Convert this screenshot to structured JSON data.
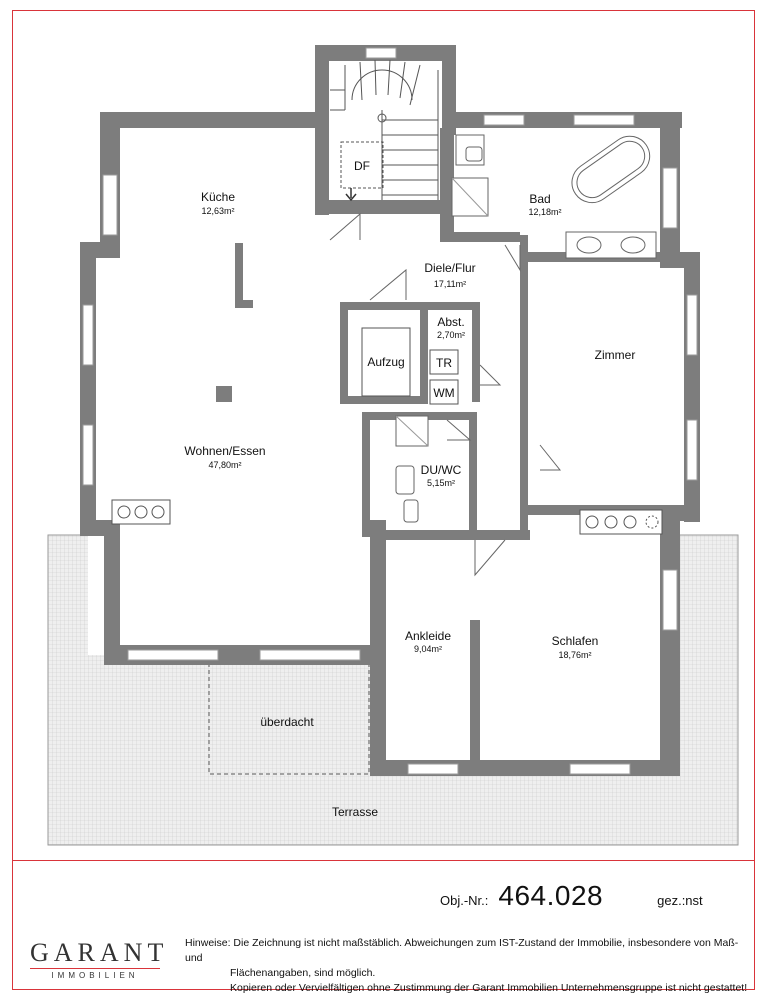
{
  "rooms": {
    "kueche": {
      "name": "Küche",
      "area": "12,63m²"
    },
    "wohnen": {
      "name": "Wohnen/Essen",
      "area": "47,80m²"
    },
    "diele": {
      "name": "Diele/Flur",
      "area": "17,11m²"
    },
    "bad": {
      "name": "Bad",
      "area": "12,18m²"
    },
    "abst": {
      "name": "Abst.",
      "area": "2,70m²"
    },
    "aufzug": {
      "name": "Aufzug"
    },
    "tr": {
      "name": "TR"
    },
    "wm": {
      "name": "WM"
    },
    "duwc": {
      "name": "DU/WC",
      "area": "5,15m²"
    },
    "zimmer": {
      "name": "Zimmer"
    },
    "ankleide": {
      "name": "Ankleide",
      "area": "9,04m²"
    },
    "schlafen": {
      "name": "Schlafen",
      "area": "18,76m²"
    },
    "df": {
      "name": "DF"
    },
    "ueberdacht": {
      "name": "überdacht"
    },
    "terrasse": {
      "name": "Terrasse"
    }
  },
  "footer": {
    "obj_label": "Obj.-Nr.:",
    "obj_number": "464.028",
    "gez": "gez.:nst",
    "logo_name": "GARANT",
    "logo_sub": "IMMOBILIEN",
    "note_1": "Hinweise: Die Zeichnung ist nicht maßstäblich. Abweichungen zum IST-Zustand der Immobilie, insbesondere von Maß- und",
    "note_2": "Flächenangaben, sind möglich.",
    "note_3": "Kopieren oder Vervielfältigen ohne Zustimmung der Garant Immobilien Unternehmensgruppe ist nicht gestattet!"
  },
  "colors": {
    "wall": "#7d7d7d",
    "frame": "#d9343a",
    "terrace": "#e3e3e3"
  }
}
